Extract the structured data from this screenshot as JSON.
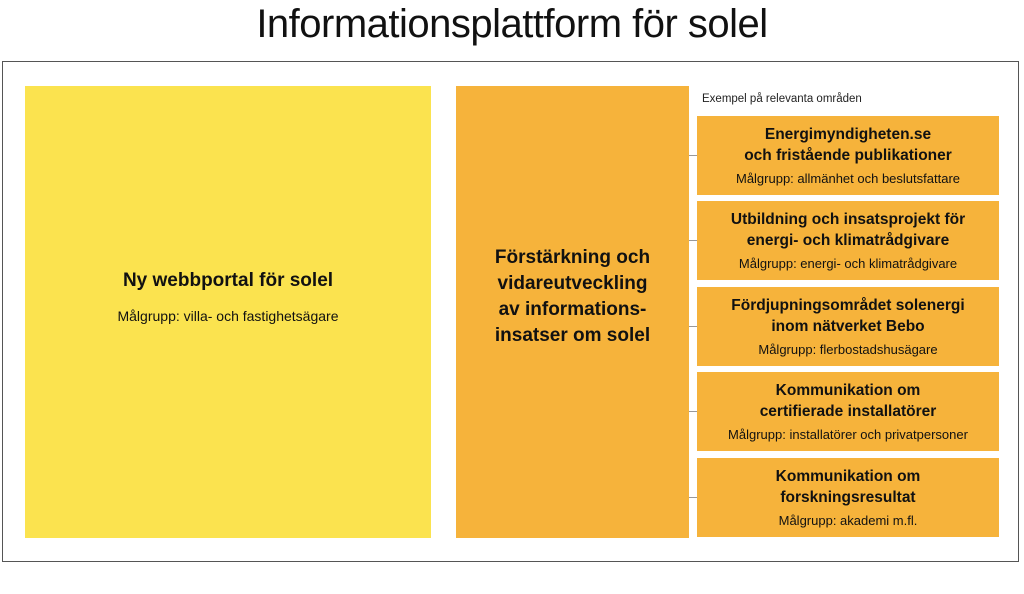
{
  "title": "Informationsplattform för solel",
  "left_box": {
    "heading": "Ny webbportal för solel",
    "target": "Målgrupp: villa- och fastighetsägare"
  },
  "middle_box": {
    "heading": "Förstärkning och\nvidareutveckling\nav informations-\ninsatser om solel"
  },
  "examples_label": "Exempel på relevanta områden",
  "examples": [
    {
      "heading": "Energimyndigheten.se\noch fristående publikationer",
      "target": "Målgrupp: allmänhet och beslutsfattare"
    },
    {
      "heading": "Utbildning och insatsprojekt för\nenergi- och klimatrådgivare",
      "target": "Målgrupp: energi- och klimatrådgivare"
    },
    {
      "heading": "Fördjupningsområdet solenergi\ninom nätverket Bebo",
      "target": "Målgrupp: flerbostadshusägare"
    },
    {
      "heading": "Kommunikation om\ncertifierade installatörer",
      "target": "Målgrupp: installatörer och privatpersoner"
    },
    {
      "heading": "Kommunikation om\nforskningsresultat",
      "target": "Målgrupp: akademi m.fl."
    }
  ],
  "colors": {
    "yellow_box": "#fbe34f",
    "orange_box": "#f6b33b",
    "frame": "#555555"
  }
}
